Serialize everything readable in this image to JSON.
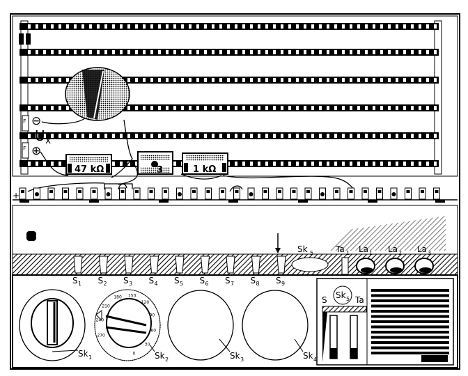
{
  "title": "Experimental kit board with meter, resistors and switch panel",
  "measurement": {
    "voltage_label": "U",
    "voltage_sub": "x",
    "minus_symbol": "⊖",
    "plus_symbol": "⊕",
    "fuse_label": "F"
  },
  "components": {
    "resistor_1": "47 kΩ",
    "resistor_2": "1 kΩ",
    "module_3": "3"
  },
  "terminal_strip": {
    "plus_label": "+"
  },
  "switches": [
    {
      "label": "S",
      "sub": "1"
    },
    {
      "label": "S",
      "sub": "2"
    },
    {
      "label": "S",
      "sub": "3"
    },
    {
      "label": "S",
      "sub": "4"
    },
    {
      "label": "S",
      "sub": "5"
    },
    {
      "label": "S",
      "sub": "6"
    },
    {
      "label": "S",
      "sub": "7"
    },
    {
      "label": "S",
      "sub": "8"
    },
    {
      "label": "S",
      "sub": "9"
    }
  ],
  "top_controls": {
    "sk5": {
      "label": "Sk",
      "sub": "5"
    },
    "ta1": {
      "label": "Ta",
      "sub": "1"
    },
    "lamps": [
      {
        "label": "La",
        "sub": "1"
      },
      {
        "label": "La",
        "sub": "2"
      },
      {
        "label": "La",
        "sub": "3"
      }
    ]
  },
  "knobs": [
    {
      "label": "Sk",
      "sub": "1"
    },
    {
      "label": "Sk",
      "sub": "2"
    },
    {
      "label": "Sk",
      "sub": "3"
    },
    {
      "label": "Sk",
      "sub": "4"
    }
  ],
  "dial_marks": [
    "270",
    "240",
    "210",
    "180",
    "150",
    "120",
    "90",
    "60",
    "30",
    "0"
  ],
  "inset": {
    "socket": {
      "label": "Sk",
      "sub": "5"
    },
    "switch_label": "S",
    "button_label": "Ta"
  }
}
